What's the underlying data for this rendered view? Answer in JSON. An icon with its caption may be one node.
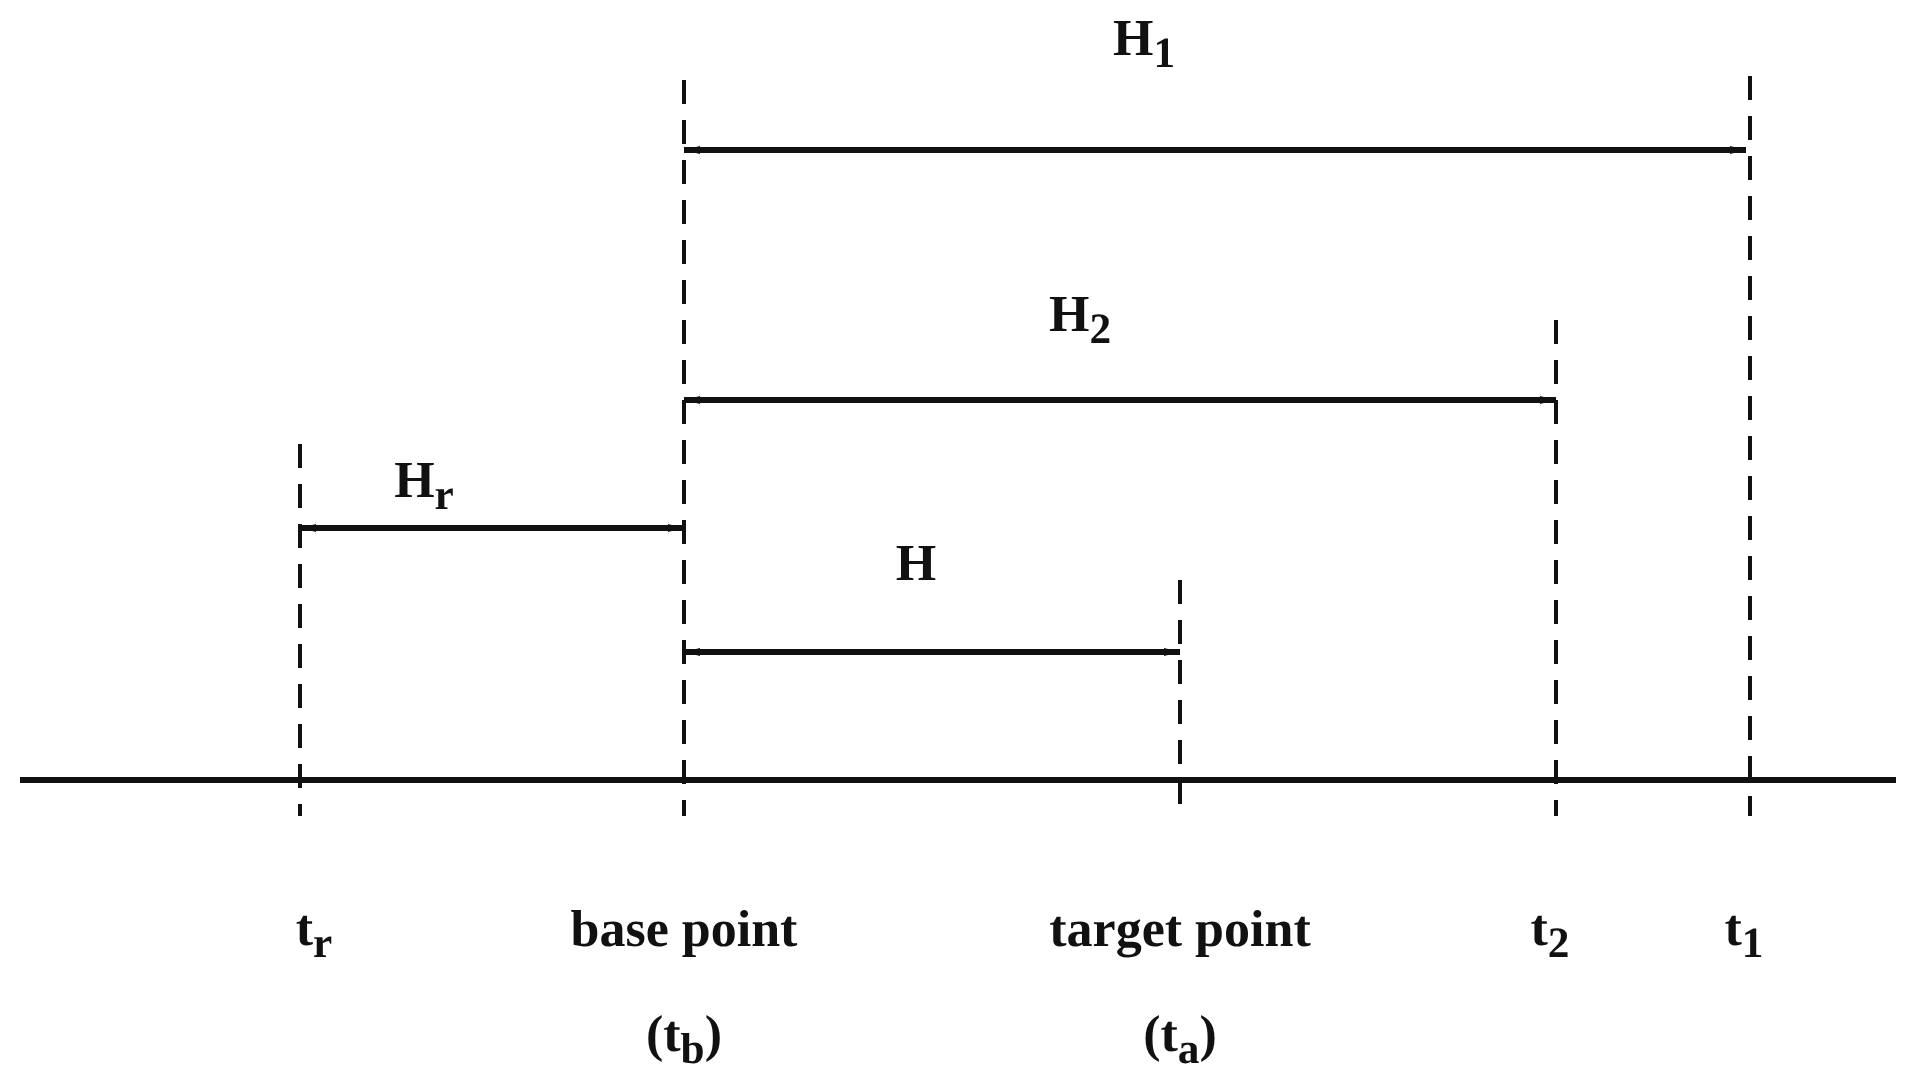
{
  "diagram": {
    "labels": [
      "H$_{1}$",
      "H$_{2}$",
      "H$_{r}$",
      "H",
      "t$_{r}$",
      "base point",
      "target point",
      "t$_{2}$",
      "t$_{1}$",
      "(t$_{b}$)",
      "(t$_{a}$)"
    ]
  }
}
